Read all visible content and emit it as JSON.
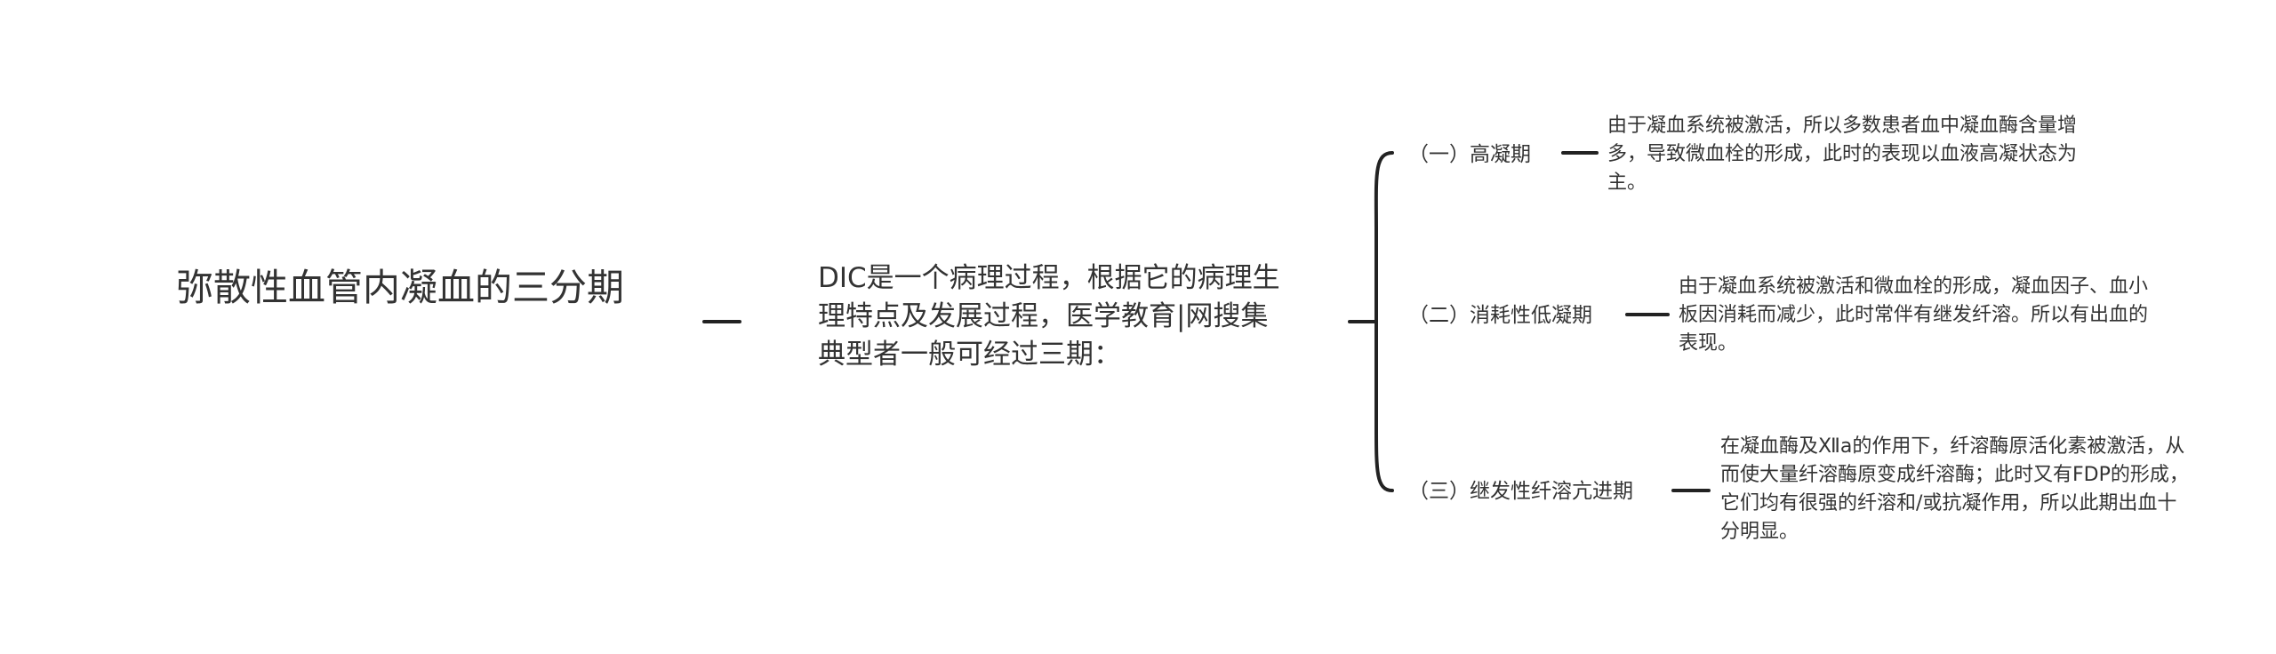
{
  "mindmap": {
    "root": {
      "title": "弥散性血管内凝血的三分期"
    },
    "intro": {
      "text": "DIC是一个病理过程，根据它的病理生理特点及发展过程，医学教育|网搜集典型者一般可经过三期："
    },
    "stages": [
      {
        "label": "（一）高凝期",
        "detail": "由于凝血系统被激活，所以多数患者血中凝血酶含量增多，导致微血栓的形成，此时的表现以血液高凝状态为主。"
      },
      {
        "label": "（二）消耗性低凝期",
        "detail": "由于凝血系统被激活和微血栓的形成，凝血因子、血小板因消耗而减少，此时常伴有继发纤溶。所以有出血的表现。"
      },
      {
        "label": "（三）继发性纤溶亢进期",
        "detail": "在凝血酶及Ⅻa的作用下，纤溶酶原活化素被激活，从而使大量纤溶酶原变成纤溶酶；此时又有FDP的形成，它们均有很强的纤溶和/或抗凝作用，所以此期出血十分明显。"
      }
    ]
  }
}
